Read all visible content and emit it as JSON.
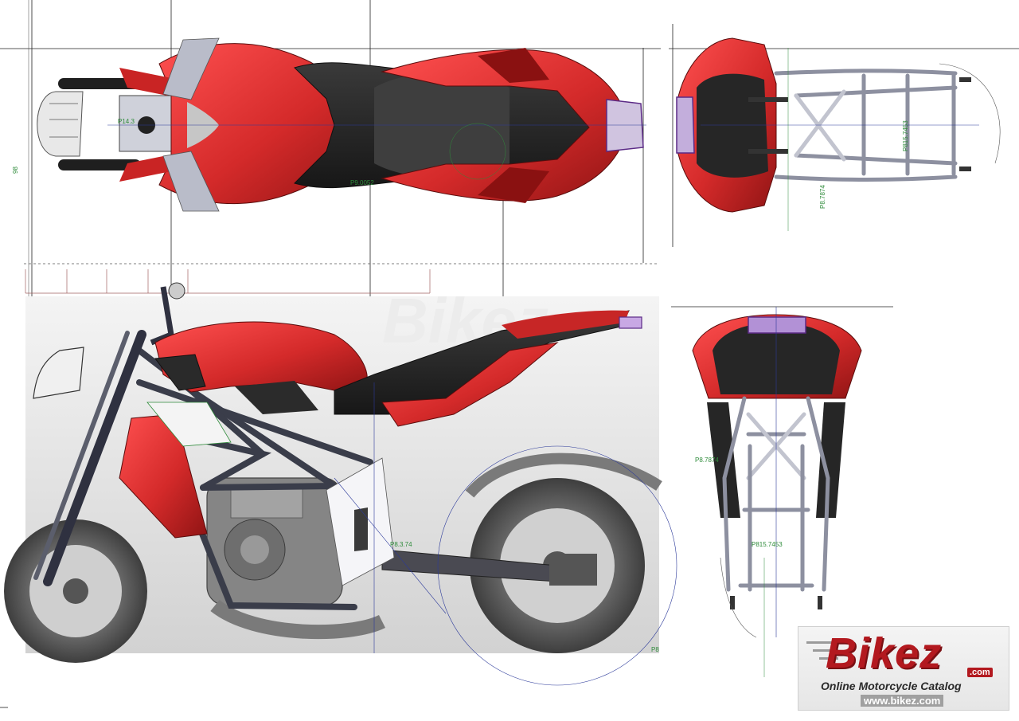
{
  "annotations": {
    "top_view_label_1": "P14.3",
    "top_view_label_2": "P9.0052",
    "top_view_side_mark": "98",
    "rear_view_label_1": "P815.7453",
    "rear_view_label_2": "P8.7874",
    "bottom_view_label_1": "P8.7874",
    "bottom_view_label_2": "P815.7453",
    "side_view_label": "P8.3.74",
    "side_view_corner": "P8"
  },
  "watermark": {
    "brand": "Bikez",
    "dotcom": ".com",
    "tagline": "Online Motorcycle Catalog",
    "url": "www.bikez.com",
    "faint_text": "Bikez"
  },
  "colors": {
    "body_red": "#d42a2a",
    "frame_gray": "#b9bcc9",
    "tank_dark": "#2b2b2b",
    "brand_red": "#b3191f"
  }
}
